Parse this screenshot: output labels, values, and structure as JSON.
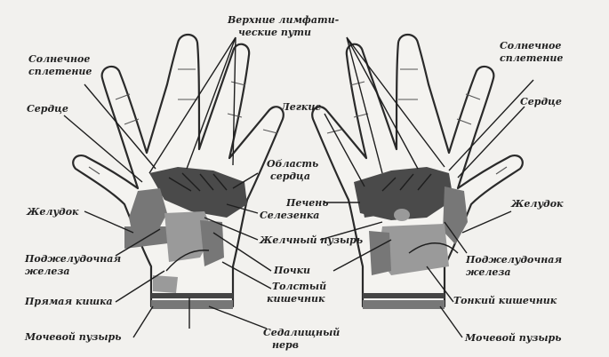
{
  "labels": {
    "lymph": [
      "Верхние лимфати-",
      "ческие пути"
    ],
    "solar_left": [
      "Солнечное",
      "сплетение"
    ],
    "solar_right": [
      "Солнечное",
      "сплетение"
    ],
    "heart_left": "Сердце",
    "heart_right": "Сердце",
    "lungs": "Легкие",
    "heart_area": [
      "Область",
      "сердца"
    ],
    "liver": "Печень",
    "spleen": "Селезенка",
    "stomach_left": "Желудок",
    "stomach_right": "Желудок",
    "gallbladder": "Желчный пузырь",
    "pancreas_left": [
      "Поджелудочная",
      "железа"
    ],
    "pancreas_right": [
      "Поджелудочная",
      "железа"
    ],
    "kidneys": "Почки",
    "colon": [
      "Толстый",
      "кишечник"
    ],
    "rectum": "Прямая кишка",
    "small_intestine": "Тонкий кишечник",
    "sciatic": [
      "Седалищный",
      "нерв"
    ],
    "bladder_left": "Мочевой пузырь",
    "bladder_right": "Мочевой пузырь"
  },
  "colors": {
    "background": "#f2f1ee",
    "outline": "#2a2a2a",
    "organ_dark": "#4a4a4a",
    "organ_mid": "#777777",
    "organ_light": "#9a9a9a",
    "text": "#222222"
  }
}
